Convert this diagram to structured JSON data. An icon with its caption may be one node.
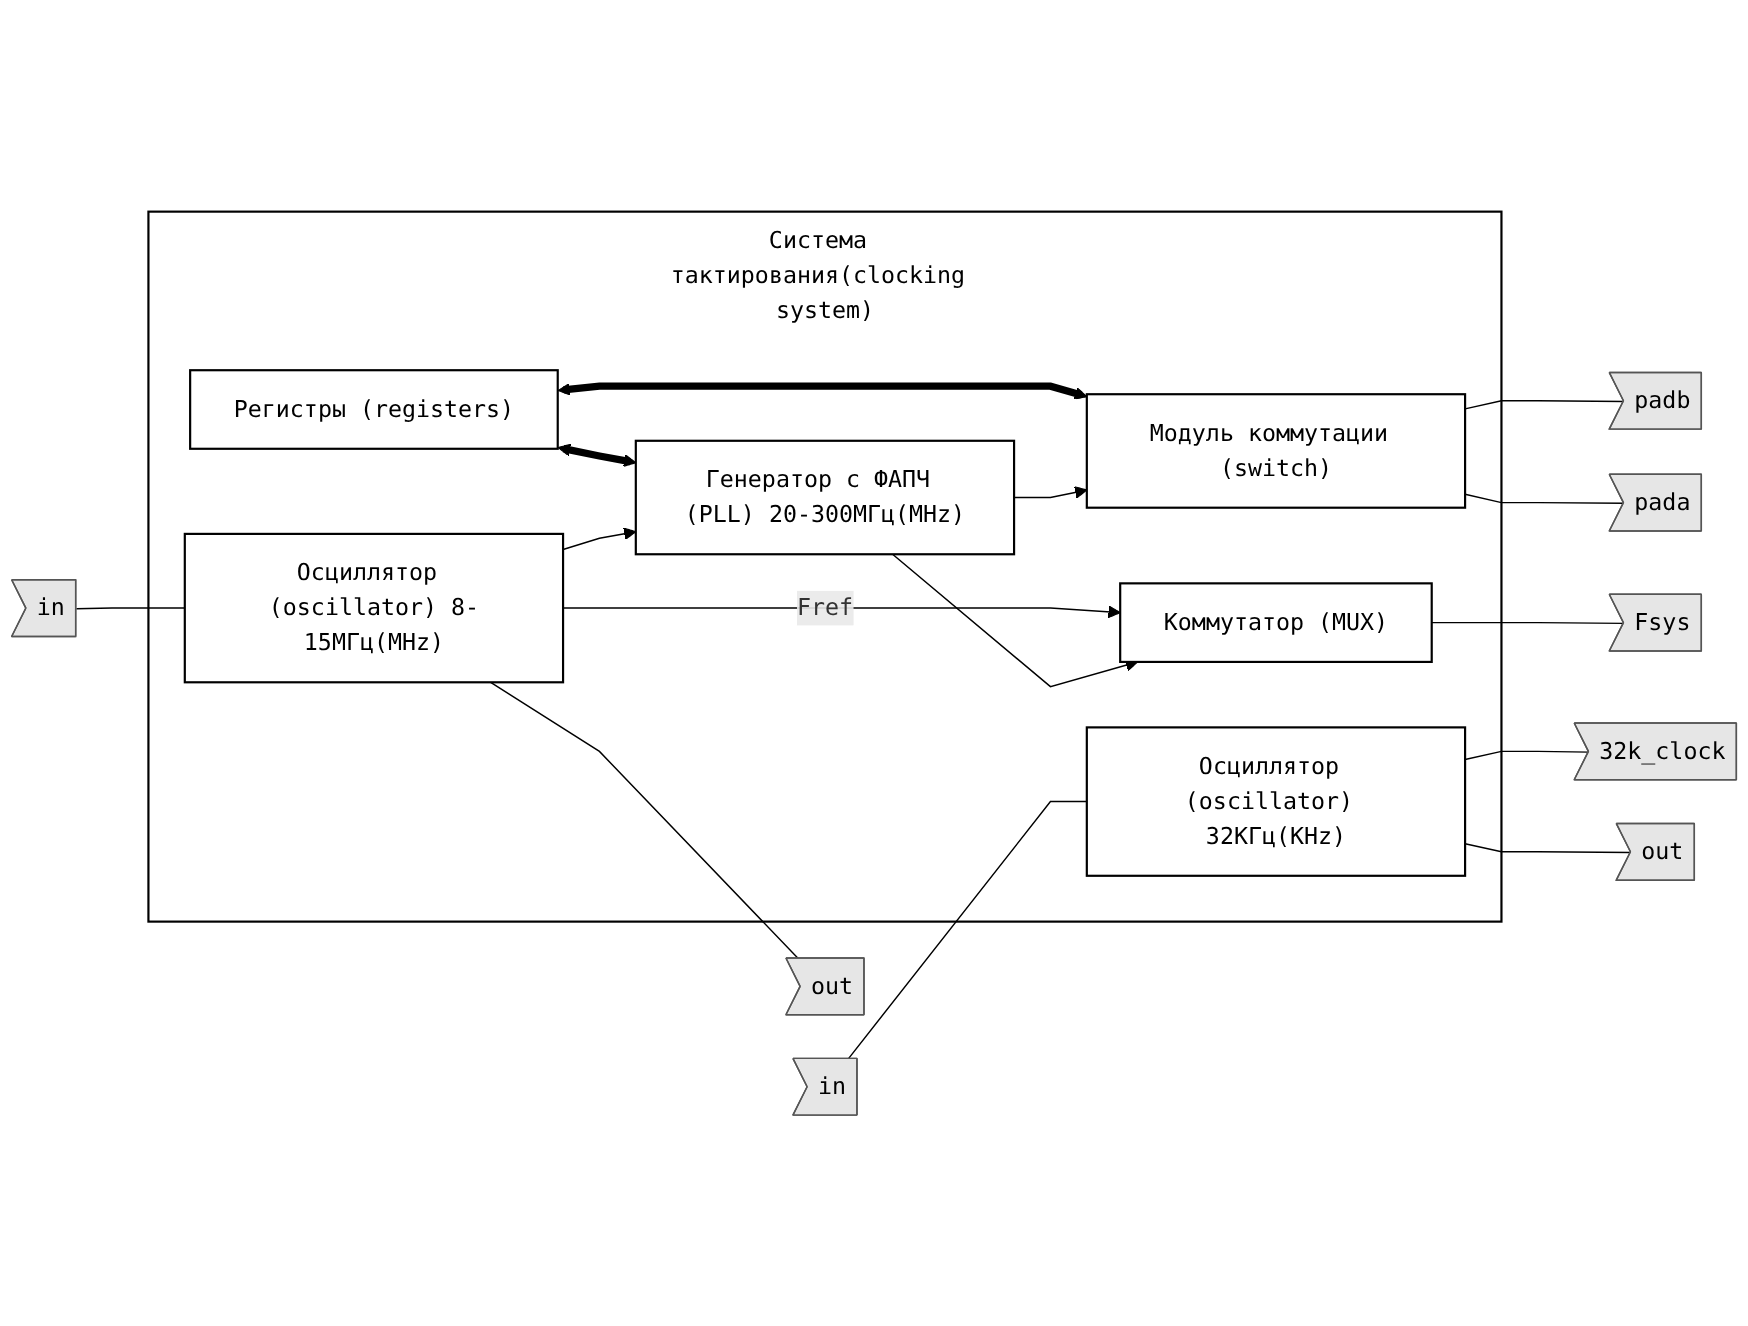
{
  "diagram": {
    "nodes": [
      {
        "text": [
          "Система тактирования(clocking system)"
        ]
      },
      {
        "text": [
          "Регистры (registers)"
        ],
        "in": 0
      },
      {
        "text": [
          "Генератор с ФАПЧ (PLL) 20-300МГц(MHz)"
        ],
        "in": 0
      },
      {
        "text": [
          "Осциллятор (oscillator) 8-15МГц(MHz)"
        ],
        "in": 0
      },
      {
        "text": [
          "Коммутатор (MUX)"
        ],
        "in": 0
      },
      {
        "text": [
          "Модуль коммутации (switch)"
        ],
        "in": 0
      },
      {
        "text": [
          "Осциллятор (oscillator) 32КГц(KHz)"
        ],
        "in": 0
      },
      {
        "text": [
          "in"
        ]
      },
      {
        "text": [
          "out"
        ]
      },
      {
        "text": [
          "Fsys"
        ]
      },
      {
        "text": [
          "pada"
        ]
      },
      {
        "text": [
          "padb"
        ]
      },
      {
        "text": [
          "in"
        ]
      },
      {
        "text": [
          "out"
        ]
      },
      {
        "text": [
          "32k_clock"
        ]
      }
    ],
    "edges": [
      {
        "from": 1,
        "to": 2,
        "arrow": "both",
        "style": "thick"
      },
      {
        "from": 1,
        "to": 5,
        "arrow": "both",
        "style": "thick"
      },
      {
        "from": 7,
        "to": 3,
        "arrow": "none"
      },
      {
        "from": 3,
        "to": 8,
        "arrow": "none"
      },
      {
        "from": 3,
        "to": 2,
        "arrow": "to"
      },
      {
        "from": 3,
        "to": 4,
        "arrow": "to",
        "label": "Fref"
      },
      {
        "from": 2,
        "to": 4,
        "arrow": "to"
      },
      {
        "from": 4,
        "to": 9,
        "arrow": "none"
      },
      {
        "from": 2,
        "to": 5,
        "arrow": "to"
      },
      {
        "from": 5,
        "to": 10,
        "arrow": "none"
      },
      {
        "from": 5,
        "to": 11,
        "arrow": "none"
      },
      {
        "from": 12,
        "to": 6,
        "arrow": "none"
      },
      {
        "from": 6,
        "to": 13,
        "arrow": "none"
      },
      {
        "from": 6,
        "to": 14,
        "arrow": "none"
      }
    ]
  }
}
